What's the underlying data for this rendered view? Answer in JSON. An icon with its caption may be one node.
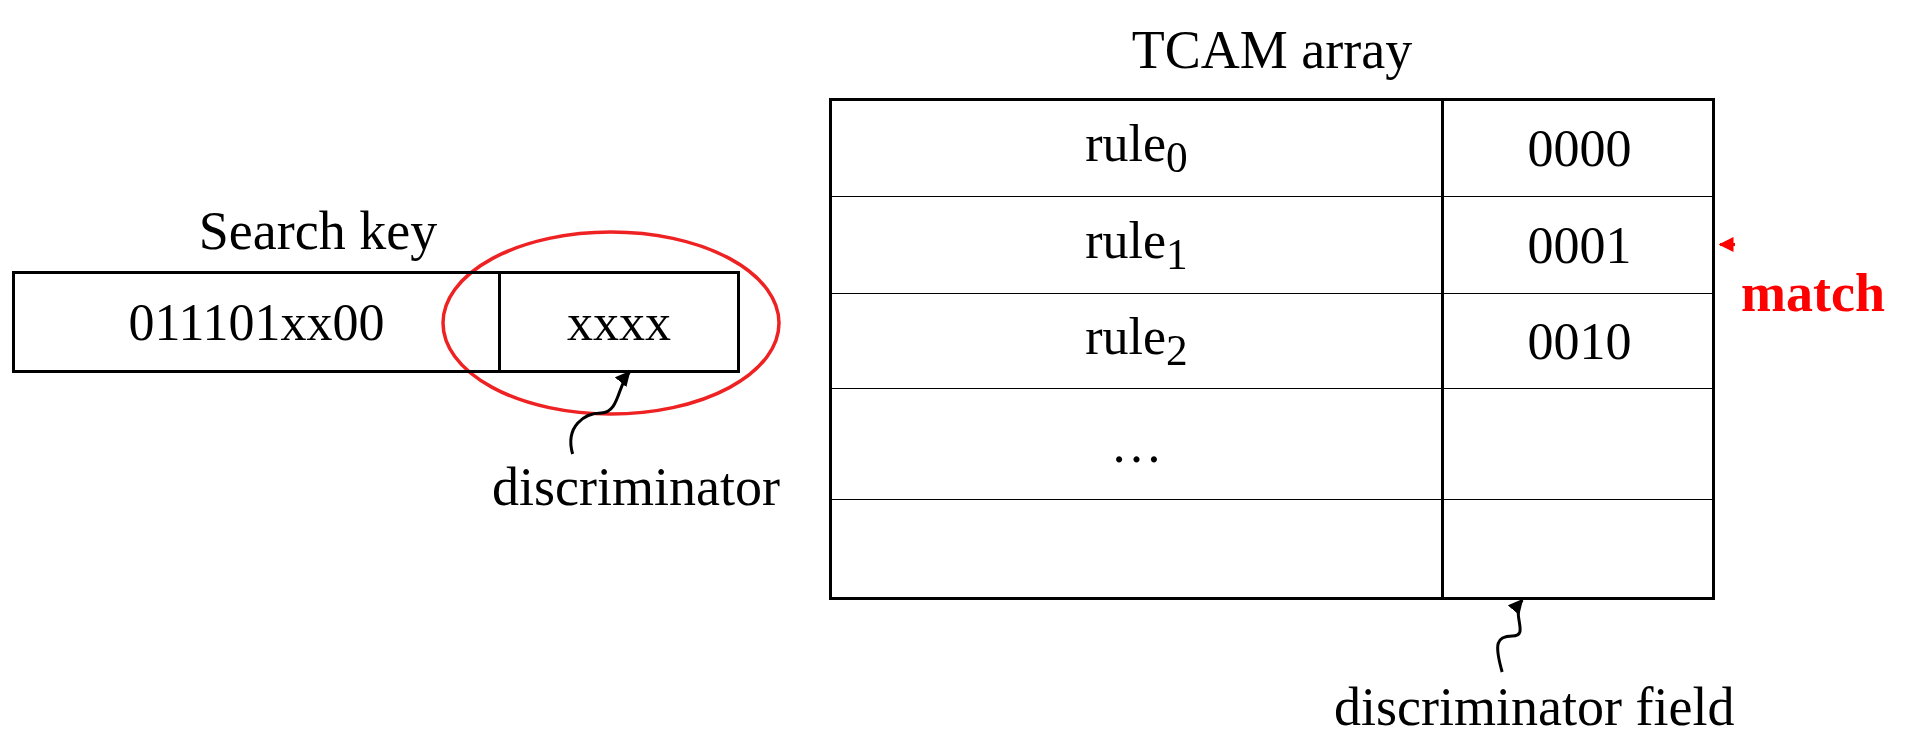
{
  "diagram": {
    "nodes": [
      {
        "text": [
          "Search key"
        ]
      },
      {
        "text": [
          "011101xx00"
        ],
        "in": 0
      },
      {
        "text": [
          "xxxx"
        ],
        "in": 0
      },
      {
        "text": [
          "discriminator"
        ]
      },
      {
        "text": [
          "TCAM array"
        ]
      },
      {
        "text": [],
        "shape": "box",
        "in": 4
      },
      {
        "text": [
          "rule$_{0}$"
        ],
        "in": 4
      },
      {
        "text": [
          "0000"
        ],
        "in": 5
      },
      {
        "text": [
          "rule$_{1}$"
        ],
        "in": 4
      },
      {
        "text": [
          "0001"
        ],
        "in": 5
      },
      {
        "text": [
          "rule$_{2}$"
        ],
        "in": 4
      },
      {
        "text": [
          "0010"
        ],
        "in": 5
      },
      {
        "text": [
          "…"
        ],
        "in": 4
      },
      {
        "text": [],
        "shape": "box",
        "in": 5
      },
      {
        "text": [],
        "shape": "box",
        "in": 4
      },
      {
        "text": [],
        "shape": "box",
        "in": 5
      },
      {
        "text": [
          "match"
        ]
      },
      {
        "text": [
          "discriminator field"
        ]
      }
    ],
    "edges": [
      {
        "from": 3,
        "to": 2,
        "arrow": "to"
      },
      {
        "from": 16,
        "to": 9,
        "arrow": "to",
        "color": "#ff0000"
      },
      {
        "from": 17,
        "to": 5,
        "arrow": "to"
      }
    ]
  }
}
